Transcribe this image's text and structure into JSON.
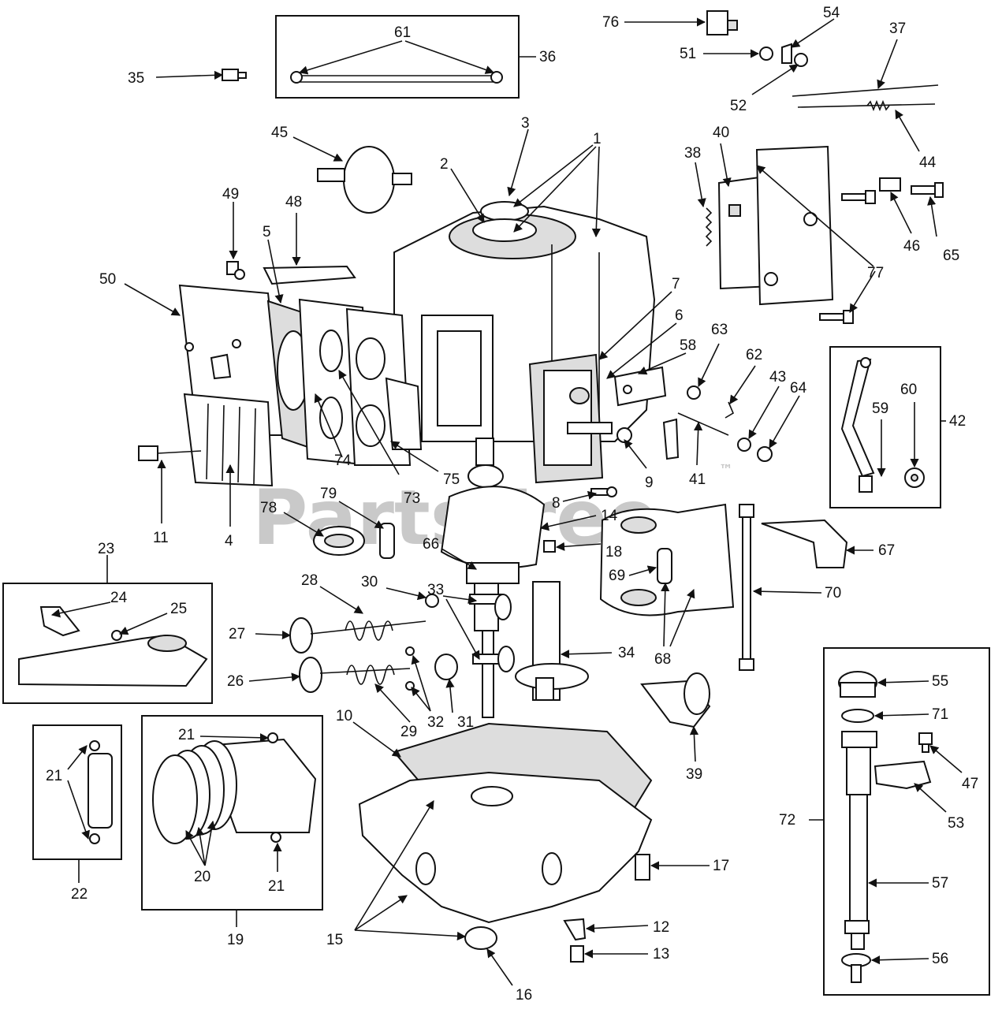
{
  "diagram": {
    "watermark": "PartsTree",
    "trademark": "™",
    "callouts": {
      "c1": "1",
      "c2": "2",
      "c3": "3",
      "c4": "4",
      "c5": "5",
      "c6": "6",
      "c7": "7",
      "c8": "8",
      "c9": "9",
      "c10": "10",
      "c11": "11",
      "c12": "12",
      "c13": "13",
      "c14": "14",
      "c15": "15",
      "c16": "16",
      "c17": "17",
      "c18": "18",
      "c19": "19",
      "c20": "20",
      "c21a": "21",
      "c21b": "21",
      "c21c": "21",
      "c22": "22",
      "c23": "23",
      "c24": "24",
      "c25": "25",
      "c26": "26",
      "c27": "27",
      "c28": "28",
      "c29": "29",
      "c30": "30",
      "c31": "31",
      "c32": "32",
      "c33": "33",
      "c34": "34",
      "c35": "35",
      "c36": "36",
      "c37": "37",
      "c38": "38",
      "c39": "39",
      "c40": "40",
      "c41": "41",
      "c42": "42",
      "c43": "43",
      "c44": "44",
      "c45": "45",
      "c46": "46",
      "c47": "47",
      "c48": "48",
      "c49": "49",
      "c50": "50",
      "c51": "51",
      "c52": "52",
      "c53": "53",
      "c54": "54",
      "c55": "55",
      "c56": "56",
      "c57": "57",
      "c58": "58",
      "c59": "59",
      "c60": "60",
      "c61": "61",
      "c62": "62",
      "c63": "63",
      "c64": "64",
      "c65": "65",
      "c66": "66",
      "c67": "67",
      "c68": "68",
      "c69": "69",
      "c70": "70",
      "c71": "71",
      "c72": "72",
      "c73": "73",
      "c74": "74",
      "c75": "75",
      "c76": "76",
      "c77": "77",
      "c78": "78",
      "c79": "79"
    }
  }
}
